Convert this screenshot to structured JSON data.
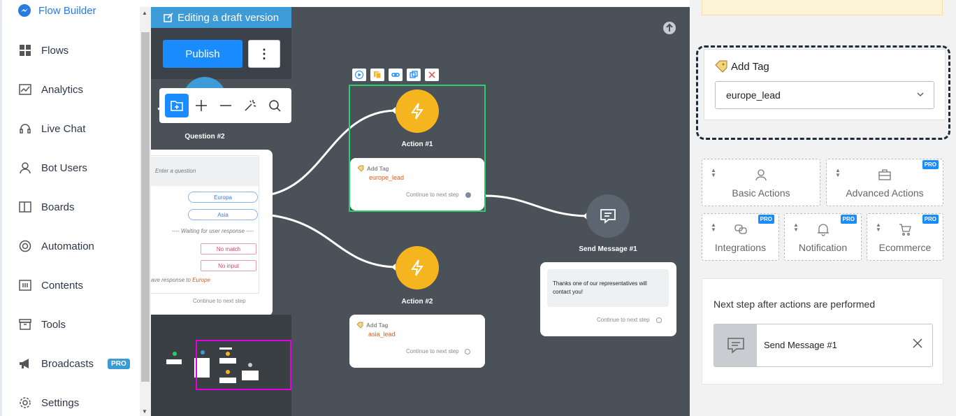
{
  "sidebar": {
    "brand": "Flow Builder",
    "items": [
      {
        "label": "Flows",
        "icon": "grid-icon"
      },
      {
        "label": "Analytics",
        "icon": "analytics-icon"
      },
      {
        "label": "Live Chat",
        "icon": "headset-icon"
      },
      {
        "label": "Bot Users",
        "icon": "user-icon"
      },
      {
        "label": "Boards",
        "icon": "boards-icon"
      },
      {
        "label": "Automation",
        "icon": "lifebuoy-icon"
      },
      {
        "label": "Contents",
        "icon": "contents-icon"
      },
      {
        "label": "Tools",
        "icon": "archive-icon"
      },
      {
        "label": "Broadcasts",
        "icon": "megaphone-icon",
        "badge": "PRO"
      },
      {
        "label": "Settings",
        "icon": "gear-icon"
      }
    ]
  },
  "canvas": {
    "draft_banner": "Editing a draft version",
    "publish_label": "Publish",
    "more_label": "⋮",
    "question_node": {
      "title": "Question #2",
      "placeholder": "Enter a question",
      "options": [
        "Europa",
        "Asia"
      ],
      "waiting": "---- Waiting for user response ----",
      "no_match": "No match",
      "no_input": "No input",
      "save_prefix": "ave response to",
      "save_target": "Europe",
      "continue": "Continue to next step"
    },
    "action1": {
      "title": "Action #1",
      "tag_label": "Add Tag",
      "tag_value": "europe_lead",
      "continue": "Continue to next step"
    },
    "action2": {
      "title": "Action #2",
      "tag_label": "Add Tag",
      "tag_value": "asia_lead",
      "continue": "Continue to next step"
    },
    "send_message": {
      "title": "Send Message #1",
      "text": "Thanks one of our representatives will contact you!",
      "continue": "Continue to next step"
    }
  },
  "right_panel": {
    "add_tag": {
      "title": "Add Tag",
      "selected": "europe_lead"
    },
    "action_tiles": [
      {
        "label": "Basic Actions",
        "icon": "user-cog-icon",
        "pro": false
      },
      {
        "label": "Advanced Actions",
        "icon": "briefcase-icon",
        "pro": true
      },
      {
        "label": "Integrations",
        "icon": "integrations-icon",
        "pro": true
      },
      {
        "label": "Notification",
        "icon": "bell-icon",
        "pro": true
      },
      {
        "label": "Ecommerce",
        "icon": "cart-icon",
        "pro": true
      }
    ],
    "pro_label": "PRO",
    "next_step": {
      "title": "Next step after actions are performed",
      "item": "Send Message #1"
    }
  },
  "colors": {
    "accent": "#1a8cff",
    "canvas_bg": "#4a5159",
    "action_node": "#f5b51e",
    "selected_border": "#2ecc71"
  }
}
